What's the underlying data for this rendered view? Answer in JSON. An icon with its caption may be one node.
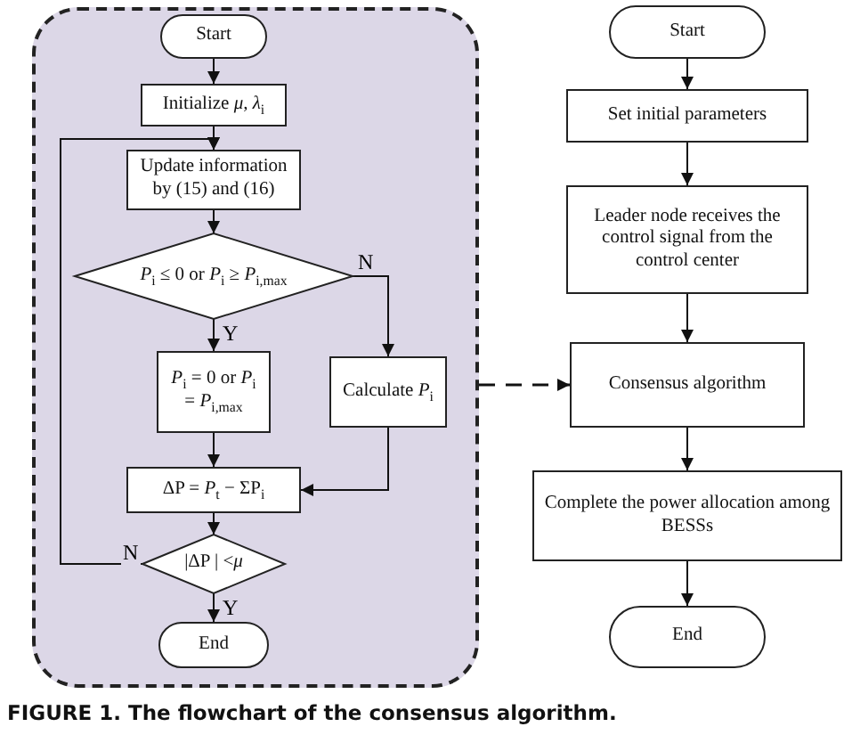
{
  "diagram": {
    "caption": "FIGURE 1. The flowchart of the consensus algorithm.",
    "nodes": [
      {
        "text": [],
        "shape": "box"
      },
      {
        "text": [
          "Start"
        ],
        "in": 0
      },
      {
        "text": [
          "Initialize *μ*, *λ*$_{i}$"
        ],
        "in": 0
      },
      {
        "text": [
          "Update information by (15) and (16)"
        ],
        "in": 0
      },
      {
        "text": [
          "*P*$_{i}$ ≤ 0 or *P*$_{i}$ ≥ *P*$_{i,max}$"
        ],
        "in": 0
      },
      {
        "text": [
          "*P*$_{i}$ = 0 or *P*$_{i}$ = *P*$_{i,max}$"
        ],
        "in": 0
      },
      {
        "text": [
          "Calculate *P*$_{i}$"
        ],
        "in": 0
      },
      {
        "text": [
          "ΔP = *P*$_{t}$ − ΣP$_{i}$"
        ],
        "in": 0
      },
      {
        "text": [
          "|ΔP | <*μ*"
        ],
        "in": 0
      },
      {
        "text": [
          "End"
        ],
        "in": 0
      },
      {
        "text": [
          "Start"
        ]
      },
      {
        "text": [
          "Set initial parameters"
        ]
      },
      {
        "text": [
          "Leader node receives the control signal from the control center"
        ]
      },
      {
        "text": [
          "Consensus algorithm"
        ]
      },
      {
        "text": [
          "Complete the power allocation among BESSs"
        ]
      },
      {
        "text": [
          "End"
        ]
      }
    ],
    "edges": [
      {
        "from": 1,
        "to": 2,
        "arrow": "to"
      },
      {
        "from": 2,
        "to": 3,
        "arrow": "to"
      },
      {
        "from": 3,
        "to": 4,
        "arrow": "to"
      },
      {
        "from": 4,
        "to": 5,
        "arrow": "to",
        "label": "Y"
      },
      {
        "from": 4,
        "to": 6,
        "arrow": "to",
        "label": "N"
      },
      {
        "from": 5,
        "to": 7,
        "arrow": "to"
      },
      {
        "from": 6,
        "to": 7,
        "arrow": "to"
      },
      {
        "from": 7,
        "to": 8,
        "arrow": "to"
      },
      {
        "from": 8,
        "to": 3,
        "arrow": "to",
        "label": "N"
      },
      {
        "from": 8,
        "to": 9,
        "arrow": "to",
        "label": "Y"
      },
      {
        "from": 0,
        "to": 13,
        "arrow": "to",
        "style": "dashed"
      },
      {
        "from": 10,
        "to": 11,
        "arrow": "to"
      },
      {
        "from": 11,
        "to": 12,
        "arrow": "to"
      },
      {
        "from": 12,
        "to": 13,
        "arrow": "to"
      },
      {
        "from": 13,
        "to": 14,
        "arrow": "to"
      },
      {
        "from": 14,
        "to": 15,
        "arrow": "to"
      }
    ]
  }
}
